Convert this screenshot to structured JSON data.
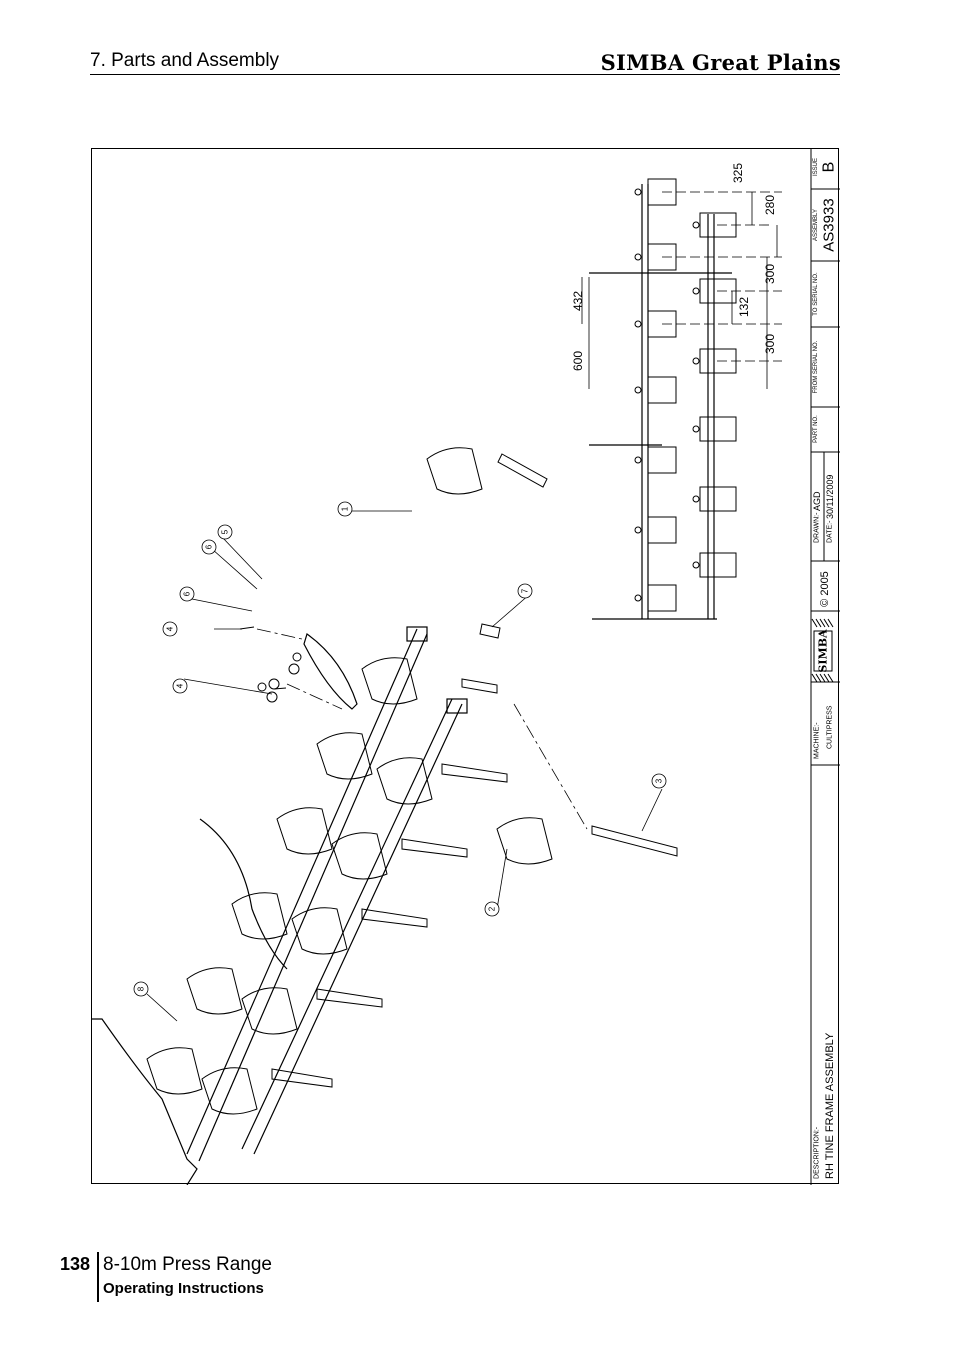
{
  "header": {
    "section": "7. Parts and Assembly",
    "brand": "SIMBA Great Plains"
  },
  "drawing": {
    "callouts": [
      "1",
      "2",
      "3",
      "4",
      "4",
      "5",
      "6",
      "6",
      "7",
      "8"
    ],
    "dimensions": {
      "d325": "325",
      "d280": "280",
      "d300a": "300",
      "d132": "132",
      "d300b": "300",
      "d432": "432",
      "d600": "600"
    }
  },
  "title_block": {
    "issue_label": "ISSUE",
    "issue": "B",
    "assembly_label": "ASSEMBLY",
    "assembly": "AS3933",
    "to_serial_label": "TO SERIAL NO.",
    "from_serial_label": "FROM SERIAL NO.",
    "part_no_label": "PART NO.",
    "drawn_label": "DRAWN:-",
    "drawn": "AGD",
    "date_label": "DATE:-",
    "date": "30/11/2009",
    "copyright": "© 2005",
    "logo": "SIMBA",
    "machine_label": "MACHINE:-",
    "machine": "CULTIPRESS",
    "description_label": "DESCRIPTION:-",
    "description": "RH TINE FRAME ASSEMBLY"
  },
  "footer": {
    "page_number": "138",
    "title": "8-10m Press Range",
    "subtitle": "Operating Instructions"
  }
}
